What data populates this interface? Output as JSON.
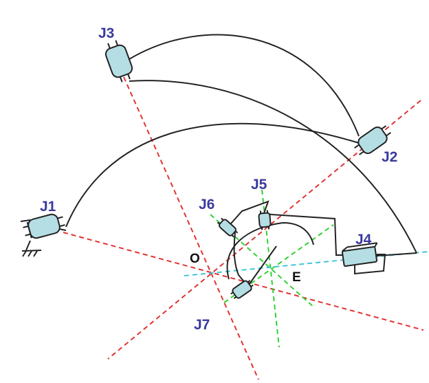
{
  "diagram": {
    "joint_labels": [
      "J1",
      "J2",
      "J3",
      "J4",
      "J5",
      "J6",
      "J7"
    ],
    "point_labels": {
      "origin": "O",
      "end_effector": "E"
    },
    "colors": {
      "joint_label": "#3a3a9e",
      "joint_body": "#b5dde4",
      "outline": "#222222",
      "red_axis": "#e23232",
      "green_axis": "#2fd12f",
      "cyan_axis": "#3ec6d8",
      "point_label": "#111111"
    },
    "line_style": "dashed"
  }
}
